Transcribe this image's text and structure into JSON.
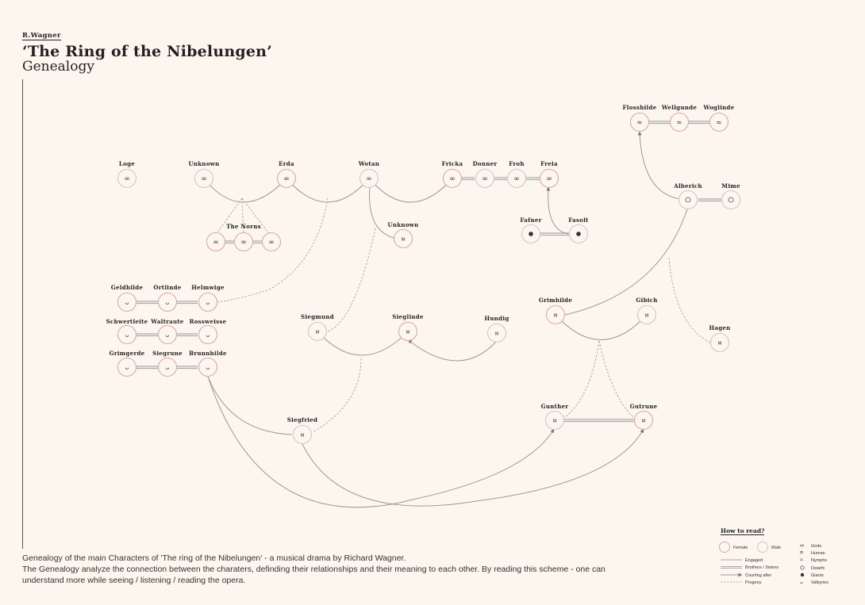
{
  "header": {
    "author": "R.Wagner",
    "title": "‘The Ring of the Nibelungen’",
    "subtitle": "Genealogy"
  },
  "footer": {
    "line1": "Genealogy of the main Characters of 'The ring of the Nibelungen' - a musical drama by Richard Wagner.",
    "line2": "The Genealogy analyze the connection between the charaters, definding their relationships and their meaning to each other. By reading this scheme - one can",
    "line3": "understand more while seeing / listening / reading the opera."
  },
  "colors": {
    "background": "#fcf6ef",
    "female_ring": "#d9a8ab",
    "male_ring": "#c9c9c9",
    "line": "#999999"
  },
  "nodes": [
    {
      "id": "flosshilde",
      "label": "Flosshilde",
      "kind": "nymph",
      "sex": "female"
    },
    {
      "id": "wellgunde",
      "label": "Wellgunde",
      "kind": "nymph",
      "sex": "female"
    },
    {
      "id": "woglinde",
      "label": "Woglinde",
      "kind": "nymph",
      "sex": "female"
    },
    {
      "id": "loge",
      "label": "Loge",
      "kind": "god",
      "sex": "male"
    },
    {
      "id": "unknown1",
      "label": "Unknown",
      "kind": "god",
      "sex": "male"
    },
    {
      "id": "erda",
      "label": "Erda",
      "kind": "god",
      "sex": "female"
    },
    {
      "id": "wotan",
      "label": "Wotan",
      "kind": "god",
      "sex": "male"
    },
    {
      "id": "fricka",
      "label": "Fricka",
      "kind": "god",
      "sex": "female"
    },
    {
      "id": "donner",
      "label": "Donner",
      "kind": "god",
      "sex": "male"
    },
    {
      "id": "froh",
      "label": "Froh",
      "kind": "god",
      "sex": "male"
    },
    {
      "id": "freia",
      "label": "Freia",
      "kind": "god",
      "sex": "female"
    },
    {
      "id": "alberich",
      "label": "Alberich",
      "kind": "dwarf",
      "sex": "male"
    },
    {
      "id": "mime",
      "label": "Mime",
      "kind": "dwarf",
      "sex": "male"
    },
    {
      "id": "norns",
      "label": "The Norns",
      "kind": "god",
      "sex": "female"
    },
    {
      "id": "unknown2",
      "label": "Unknown",
      "kind": "human",
      "sex": "female"
    },
    {
      "id": "fafner",
      "label": "Fafner",
      "kind": "giant",
      "sex": "male"
    },
    {
      "id": "fasolt",
      "label": "Fasolt",
      "kind": "giant",
      "sex": "male"
    },
    {
      "id": "geldhilde",
      "label": "Geldhilde",
      "kind": "valkyrie",
      "sex": "female"
    },
    {
      "id": "ortlinde",
      "label": "Ortlinde",
      "kind": "valkyrie",
      "sex": "female"
    },
    {
      "id": "helmwige",
      "label": "Helmwige",
      "kind": "valkyrie",
      "sex": "female"
    },
    {
      "id": "schwertleite",
      "label": "Schwertleite",
      "kind": "valkyrie",
      "sex": "female"
    },
    {
      "id": "waltraute",
      "label": "Waltraute",
      "kind": "valkyrie",
      "sex": "female"
    },
    {
      "id": "rossweisse",
      "label": "Rossweisse",
      "kind": "valkyrie",
      "sex": "female"
    },
    {
      "id": "grimgerde",
      "label": "Grimgerde",
      "kind": "valkyrie",
      "sex": "female"
    },
    {
      "id": "siegrune",
      "label": "Siegrune",
      "kind": "valkyrie",
      "sex": "female"
    },
    {
      "id": "brunnhilde",
      "label": "Brunnhilde",
      "kind": "valkyrie",
      "sex": "female"
    },
    {
      "id": "siegmund",
      "label": "Siegmund",
      "kind": "human",
      "sex": "male"
    },
    {
      "id": "sieglinde",
      "label": "Sieglinde",
      "kind": "human",
      "sex": "female"
    },
    {
      "id": "hundig",
      "label": "Hundig",
      "kind": "human",
      "sex": "male"
    },
    {
      "id": "grimhilde",
      "label": "Grimhilde",
      "kind": "human",
      "sex": "female"
    },
    {
      "id": "gibich",
      "label": "Gibich",
      "kind": "human",
      "sex": "male"
    },
    {
      "id": "hagen",
      "label": "Hagen",
      "kind": "human",
      "sex": "male"
    },
    {
      "id": "siegfried",
      "label": "Siegfried",
      "kind": "human",
      "sex": "male"
    },
    {
      "id": "gunther",
      "label": "Gunther",
      "kind": "human",
      "sex": "male"
    },
    {
      "id": "gutrune",
      "label": "Gutrune",
      "kind": "human",
      "sex": "female"
    }
  ],
  "icons": {
    "god": "∞",
    "human": "¤",
    "nymph": "≈",
    "dwarf": "○",
    "giant": "●",
    "valkyrie": "ᴗ"
  },
  "legend": {
    "title": "How to read?",
    "female": "Female",
    "male": "Male",
    "engaged": "Engaged",
    "siblings": "Brothers / Sisters",
    "courting": "Courting after",
    "progeny": "Progeny",
    "gods": "Gods",
    "human": "Human",
    "nymphs": "Nymphs",
    "dwarfs": "Dwarfs",
    "giants": "Giants",
    "valkyries": "Valkyries"
  }
}
